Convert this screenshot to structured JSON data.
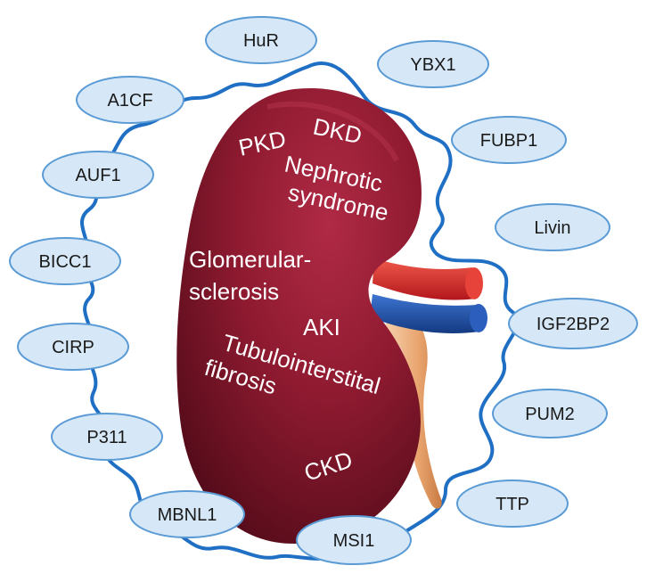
{
  "colors": {
    "ellipse_fill": "#d6e8f7",
    "ellipse_stroke": "#5b9bd5",
    "outline_stroke": "#1f6fc4",
    "kidney_dark": "#5a0f1e",
    "kidney_mid": "#8e1a30",
    "artery": "#d62828",
    "vein": "#1d4fa3",
    "ureter": "#e9a56f"
  },
  "proteins": [
    "HuR",
    "YBX1",
    "A1CF",
    "FUBP1",
    "AUF1",
    "Livin",
    "BICC1",
    "IGF2BP2",
    "CIRP",
    "PUM2",
    "P311",
    "TTP",
    "MBNL1",
    "MSI1"
  ],
  "diseases": {
    "dkd": "DKD",
    "pkd": "PKD",
    "nephrotic_1": "Nephrotic",
    "nephrotic_2": "syndrome",
    "glomerular_1": "Glomerular-",
    "glomerular_2": "sclerosis",
    "aki": "AKI",
    "tubulo_1": "Tubulointerstital",
    "tubulo_2": "fibrosis",
    "ckd": "CKD"
  }
}
